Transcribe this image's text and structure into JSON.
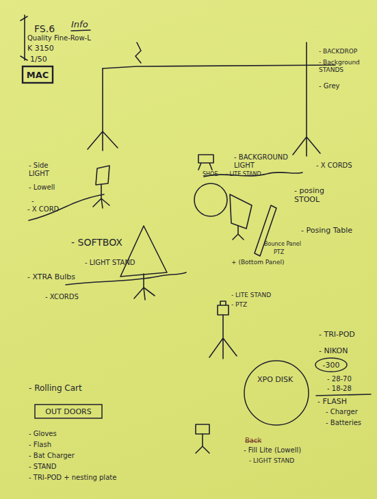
{
  "diagram": {
    "nodes": [
      {
        "text": [
          "MAC"
        ]
      },
      {
        "text": [
          "-300"
        ]
      },
      {
        "text": [
          "XPO DISK"
        ]
      },
      {
        "text": [
          "OUT DOORS"
        ]
      }
    ],
    "labels": [
      "FS.6",
      "Info",
      "Quality Fine-Row-L",
      "K 3150",
      "1/50",
      "- BACKDROP",
      "- Background STANDS",
      "- Grey",
      "- BACKGROUND LIGHT",
      "SHOE",
      "- LITE STAND",
      "- X CORDS",
      "- posing STOOL",
      "- Posing Table",
      "Bounce Panel",
      "PTZ",
      "+ (Bottom Panel)",
      "- LITE STAND",
      "- PTZ",
      "- Side LIGHT",
      "- Lowell",
      "-",
      "- X CORD",
      "- SOFTBOX",
      "- LIGHT STAND",
      "- XTRA Bulbs",
      "- XCORDS",
      "- TRI-POD",
      "- NIKON",
      "- 28-70",
      "- 18-28",
      "- FLASH",
      "- Charger",
      "- Batteries",
      "- Rolling Cart",
      "- Gloves",
      "- Flash",
      "- Bat Charger",
      "- STAND",
      "- TRI-POD + nesting plate",
      "Back",
      "- Fill Lite (Lowell)",
      "- LIGHT STAND"
    ]
  }
}
